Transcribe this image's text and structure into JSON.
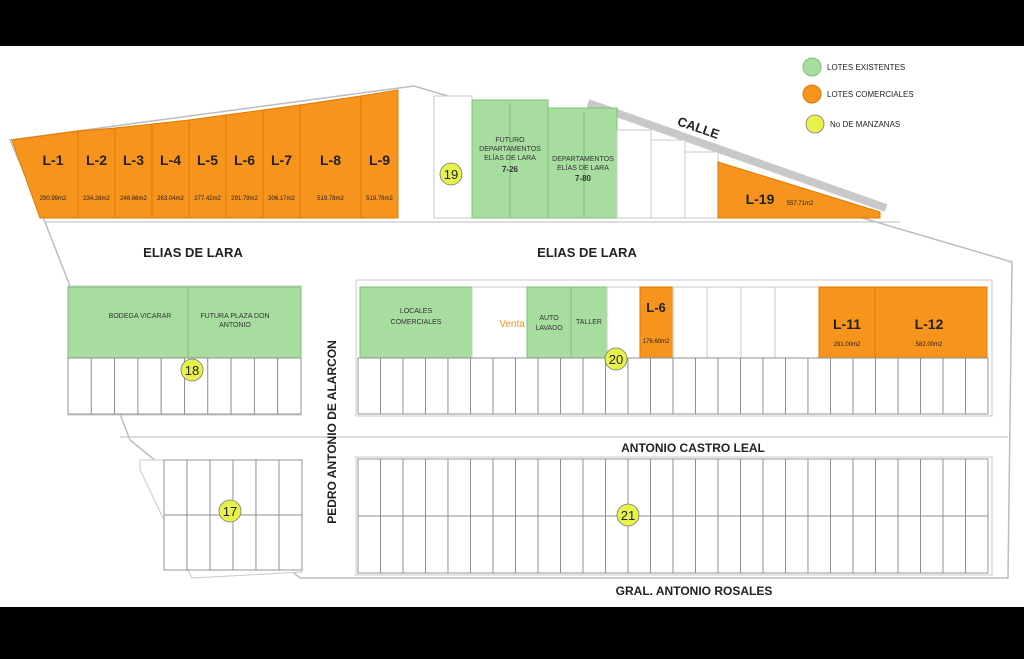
{
  "colors": {
    "green": "#a8dda0",
    "orange": "#f7941d",
    "yellow_dot": "#e6f24a",
    "background": "#000000",
    "paper": "#ffffff",
    "road": "#c8c8c8"
  },
  "legend": {
    "existing": "LOTES EXISTENTES",
    "commercial": "LOTES COMERCIALES",
    "blocks": "No DE MANZANAS"
  },
  "streets": {
    "calle": "CALLE",
    "elias_left": "ELIAS DE LARA",
    "elias_right": "ELIAS DE LARA",
    "castro_leal": "ANTONIO CASTRO LEAL",
    "rosales": "GRAL. ANTONIO ROSALES",
    "pedro": "PEDRO ANTONIO DE ALARCON"
  },
  "top_lots": [
    {
      "id": "L-1",
      "area": "290.99m2"
    },
    {
      "id": "L-2",
      "area": "234.28m2"
    },
    {
      "id": "L-3",
      "area": "248.66m2"
    },
    {
      "id": "L-4",
      "area": "263.04m2"
    },
    {
      "id": "L-5",
      "area": "277.42m2"
    },
    {
      "id": "L-6",
      "area": "291.79m2"
    },
    {
      "id": "L-7",
      "area": "306.17m2"
    },
    {
      "id": "L-8",
      "area": "519.78m2"
    },
    {
      "id": "L-9",
      "area": "519.78m2"
    }
  ],
  "l19": {
    "id": "L-19",
    "area": "557.71m2"
  },
  "mid_lots": [
    {
      "id": "L-6",
      "area": "176.60m2"
    },
    {
      "id": "L-11",
      "area": "291.00m2"
    },
    {
      "id": "L-12",
      "area": "582.00m2"
    }
  ],
  "green_labels": {
    "futuro_1": "FUTURO",
    "futuro_2": "DEPARTAMENTOS",
    "futuro_3": "ELÍAS DE LARA",
    "futuro_4": "7-26",
    "deptos_1": "DEPARTAMENTOS",
    "deptos_2": "ELÍAS DE LARA",
    "deptos_3": "7-80",
    "bodega": "BODEGA VICARAR",
    "plaza_1": "FUTURA PLAZA DON",
    "plaza_2": "ANTONIO",
    "locales_1": "LOCALES",
    "locales_2": "COMERCIALES",
    "auto_1": "AUTO",
    "auto_2": "LAVADO",
    "taller": "TALLER"
  },
  "venta": "Venta",
  "manzanas": [
    "19",
    "18",
    "20",
    "17",
    "21"
  ]
}
